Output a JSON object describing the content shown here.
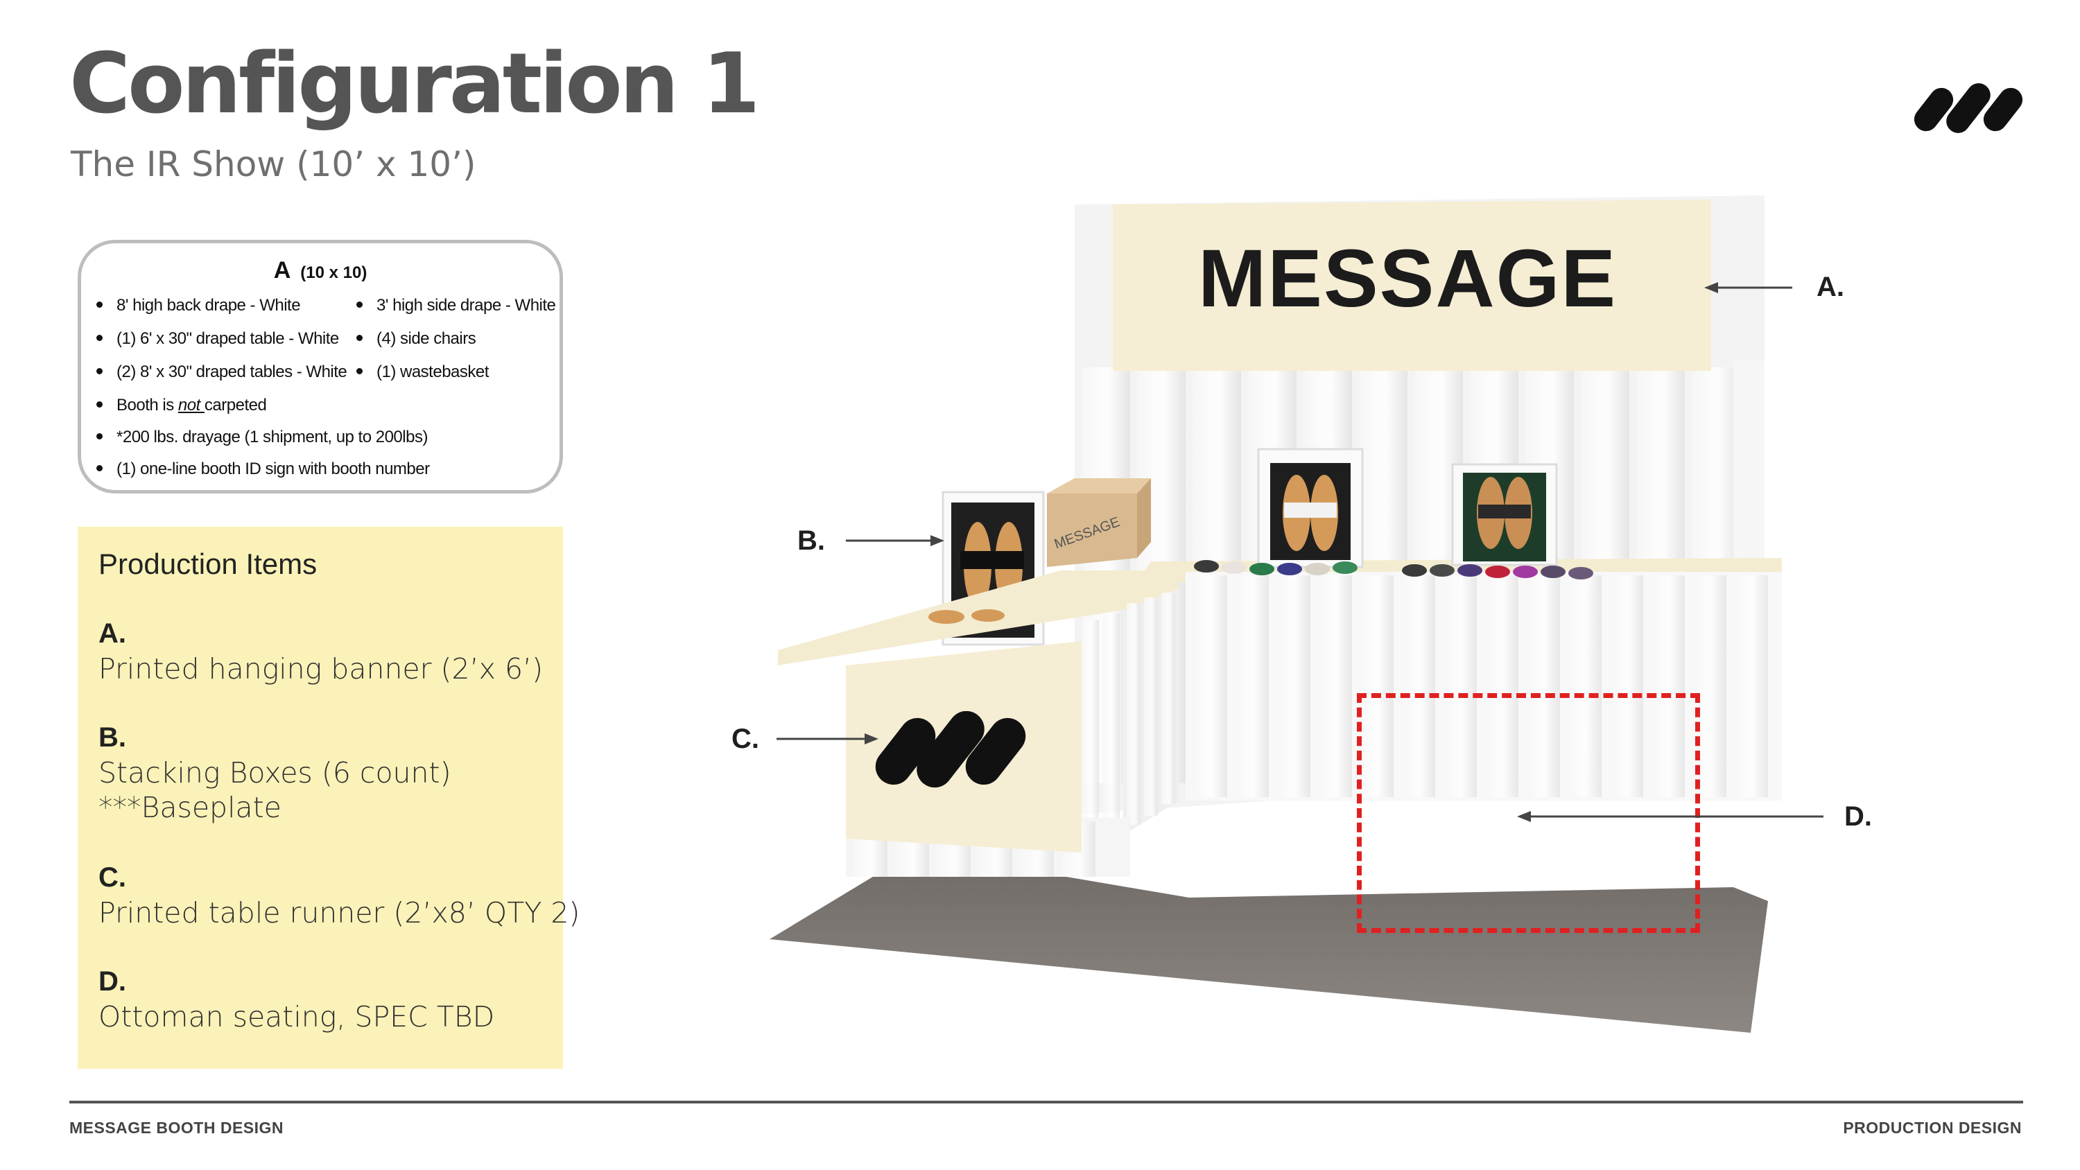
{
  "header": {
    "title": "Configuration 1",
    "subtitle": "The IR Show (10’ x 10’)"
  },
  "package": {
    "title": "A",
    "size": "(10 x 10)",
    "left_items": [
      "8' high back drape - White",
      "(1) 6' x 30\" draped table - White",
      "(2) 8' x 30\" draped tables - White"
    ],
    "right_items": [
      "3' high side drape - White",
      "(4) side chairs",
      "(1) wastebasket"
    ],
    "carpet_prefix": "Booth is ",
    "carpet_emph": "not ",
    "carpet_suffix": "carpeted",
    "full_items": [
      "*200 lbs. drayage (1 shipment, up to 200lbs)",
      "(1) one-line booth ID sign with booth number"
    ]
  },
  "production": {
    "heading": "Production Items",
    "items": [
      {
        "label": "A.",
        "lines": [
          "Printed hanging banner (2’x 6’)"
        ]
      },
      {
        "label": "B.",
        "lines": [
          "Stacking Boxes (6 count)",
          "***Baseplate"
        ]
      },
      {
        "label": "C.",
        "lines": [
          "Printed table runner (2’x8’ QTY 2)"
        ]
      },
      {
        "label": "D.",
        "lines": [
          "Ottoman seating, SPEC TBD"
        ]
      }
    ]
  },
  "booth": {
    "banner_text": "MESSAGE",
    "box_text": "MESSAGE",
    "callouts": {
      "a": "A.",
      "b": "B.",
      "c": "C.",
      "d": "D."
    }
  },
  "footer": {
    "left": "MESSAGE BOOTH DESIGN",
    "right": "PRODUCTION DESIGN"
  },
  "colors": {
    "production_bg": "#faf2b8",
    "dashed_outline": "#e02020",
    "banner_bg": "#f5eed4",
    "floor": "#85807b"
  }
}
